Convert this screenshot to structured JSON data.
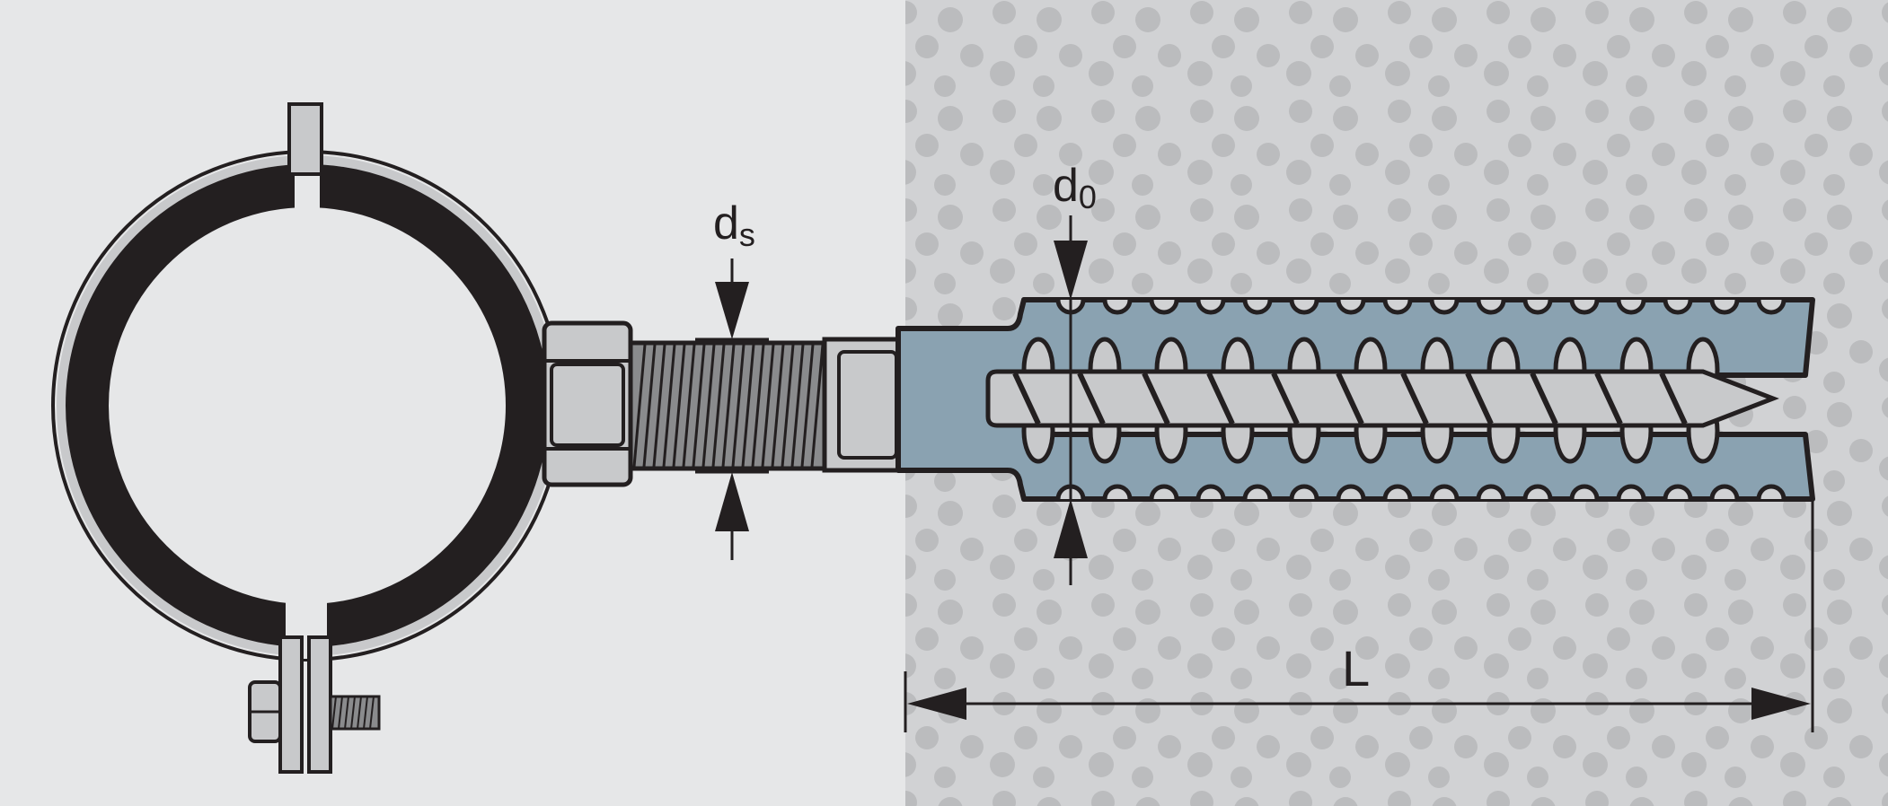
{
  "labels": {
    "ds_main": "d",
    "ds_sub": "s",
    "d0_main": "d",
    "d0_sub": "0",
    "length": "L"
  },
  "colors": {
    "background_left": "#e6e7e8",
    "concrete": "#d1d2d4",
    "concrete_dots": "#bbbcbe",
    "anchor_sleeve": "#8aa2b1",
    "metal": "#c8c9cb",
    "ring_dark": "#231f20",
    "outline": "#231f20"
  },
  "icons": {
    "pipe_clamp": "pipe-clamp-ring",
    "threaded_rod": "threaded-rod",
    "anchor": "expansion-anchor-sleeve",
    "screw": "screw"
  }
}
